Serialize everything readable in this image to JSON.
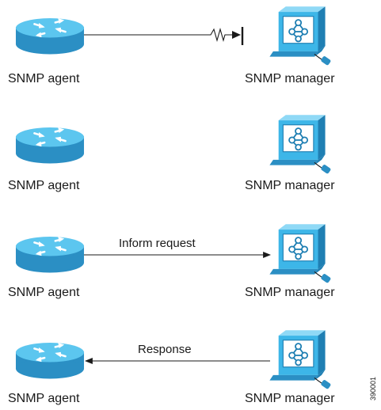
{
  "diagram": {
    "agent_label": "SNMP agent",
    "manager_label": "SNMP manager",
    "rows": [
      {
        "message": "",
        "direction": "lost"
      },
      {
        "message": "",
        "direction": "none"
      },
      {
        "message": "Inform request",
        "direction": "to-manager"
      },
      {
        "message": "Response",
        "direction": "to-agent"
      }
    ],
    "figure_id": "390001",
    "colors": {
      "router_light": "#5cc6ef",
      "router_dark": "#2b8fc4",
      "monitor": "#3db6e8",
      "line": "#1a1a1a"
    }
  }
}
